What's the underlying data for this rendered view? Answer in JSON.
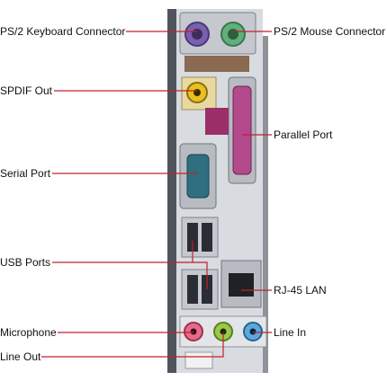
{
  "labels": {
    "ps2_keyboard": "PS/2 Keyboard Connector",
    "ps2_mouse": "PS/2 Mouse Connector",
    "spdif_out": "SPDIF Out",
    "parallel_port": "Parallel Port",
    "serial_port": "Serial Port",
    "usb_ports": "USB Ports",
    "rj45_lan": "RJ-45 LAN",
    "microphone": "Microphone",
    "line_in": "Line In",
    "line_out": "Line Out"
  },
  "colors": {
    "leader_line": "#c0202a",
    "keyboard_port": "#7a5fb0",
    "mouse_port": "#5fb07a",
    "spdif_ring": "#e8c020",
    "parallel_port": "#b24a8c",
    "serial_port": "#2f6f7f",
    "mic_jack": "#e86a8a",
    "line_out_jack": "#9ac84a",
    "line_in_jack": "#5aa8e0",
    "metal": "#b9bec4",
    "pcb": "#3a3e46"
  }
}
